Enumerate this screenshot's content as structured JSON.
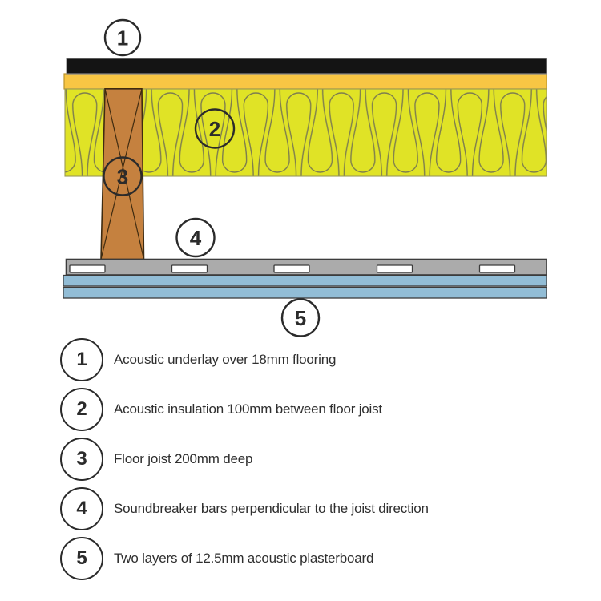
{
  "colors": {
    "underlay": "#141414",
    "underlay_edge": "#8a8a8a",
    "flooring": "#f8c644",
    "flooring_edge": "#bb9429",
    "insulation": "#e0e326",
    "insulation_edge": "#9a9a55",
    "insulation_line": "#7e7e4e",
    "joist": "#c5813f",
    "joist_outline": "#3f2b10",
    "bar": "#ababab",
    "outline": "#3c3c3c",
    "plasterboard": "#92bdd6",
    "slot": "#ffffff",
    "callout_stroke": "#2b2b2b",
    "callout_text": "#2b2b2b"
  },
  "callouts": {
    "c1": "1",
    "c2": "2",
    "c3": "3",
    "c4": "4",
    "c5": "5"
  },
  "legend": {
    "items": [
      {
        "num": "1",
        "label": "Acoustic underlay over 18mm flooring"
      },
      {
        "num": "2",
        "label": "Acoustic insulation 100mm between floor joist"
      },
      {
        "num": "3",
        "label": "Floor joist 200mm deep"
      },
      {
        "num": "4",
        "label": "Soundbreaker bars perpendicular to the joist direction"
      },
      {
        "num": "5",
        "label": "Two layers of 12.5mm acoustic plasterboard"
      }
    ]
  }
}
